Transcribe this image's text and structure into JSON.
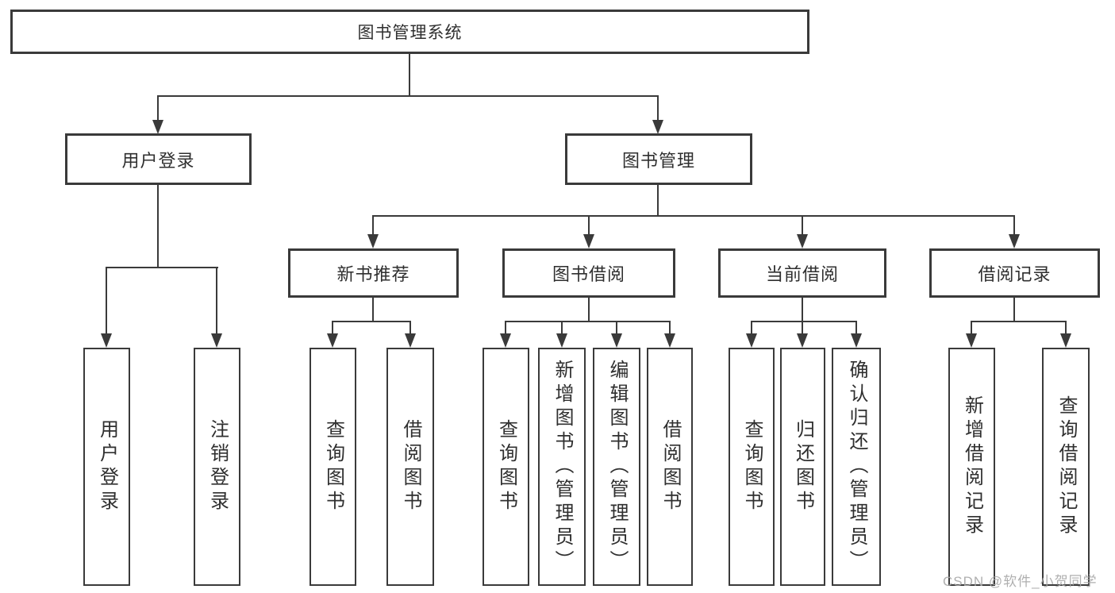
{
  "tree": {
    "label": "图书管理系统",
    "children": [
      {
        "label": "用户登录",
        "children": [
          {
            "label": "用户登录"
          },
          {
            "label": "注销登录"
          }
        ]
      },
      {
        "label": "图书管理",
        "children": [
          {
            "label": "新书推荐",
            "children": [
              {
                "label": "查询图书"
              },
              {
                "label": "借阅图书"
              }
            ]
          },
          {
            "label": "图书借阅",
            "children": [
              {
                "label": "查询图书"
              },
              {
                "label": "新增图书（管理员）"
              },
              {
                "label": "编辑图书（管理员）"
              },
              {
                "label": "借阅图书"
              }
            ]
          },
          {
            "label": "当前借阅",
            "children": [
              {
                "label": "查询图书"
              },
              {
                "label": "归还图书"
              },
              {
                "label": "确认归还（管理员）"
              }
            ]
          },
          {
            "label": "借阅记录",
            "children": [
              {
                "label": "新增借阅记录"
              },
              {
                "label": "查询借阅记录"
              }
            ]
          }
        ]
      }
    ]
  },
  "watermark": "CSDN @软件_小贺同学",
  "colors": {
    "line": "#3a3a3a",
    "text": "#2f2f2f",
    "watermark": "#a8a8a8",
    "background": "#ffffff"
  }
}
